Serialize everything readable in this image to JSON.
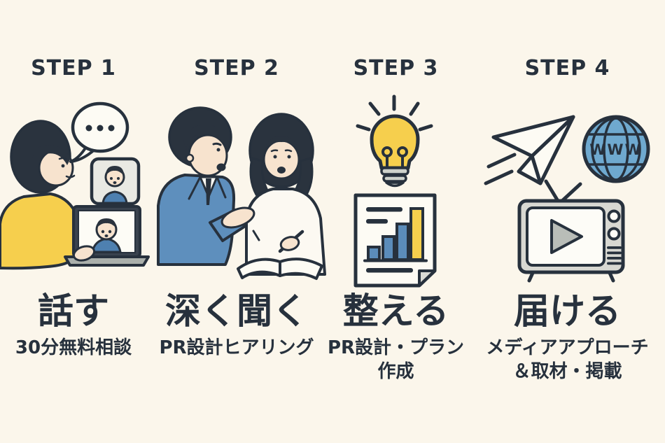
{
  "page": {
    "background_color": "#FBF6EB",
    "ink_color": "#27313D",
    "accent_yellow": "#F6CF4D",
    "accent_blue": "#5E8FBD",
    "shirt_blue": "#4E80B0",
    "globe_blue": "#6FA9CF",
    "grey": "#D8D8D2"
  },
  "steps": [
    {
      "label": "STEP 1",
      "title": "話す",
      "subtitle_lines": [
        "30分無料相談",
        ""
      ],
      "illustration": "woman-on-video-call"
    },
    {
      "label": "STEP 2",
      "title": "深く聞く",
      "subtitle_lines": [
        "PR設計ヒアリング",
        ""
      ],
      "illustration": "consultant-hearing-interview"
    },
    {
      "label": "STEP 3",
      "title": "整える",
      "subtitle_lines": [
        "PR設計・プラン",
        "作成"
      ],
      "illustration": "lightbulb-and-chart-document"
    },
    {
      "label": "STEP 4",
      "title": "届ける",
      "subtitle_lines": [
        "メディアアプローチ",
        "＆取材・掲載"
      ],
      "illustration": "paper-plane-globe-tv"
    }
  ],
  "icons": {
    "globe_label": "WWW"
  }
}
